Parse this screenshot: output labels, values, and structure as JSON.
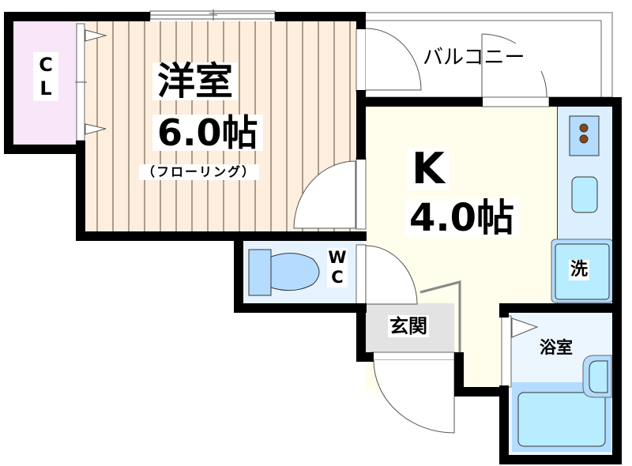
{
  "plan": {
    "rooms": {
      "closet": {
        "label_line1": "C",
        "label_line2": "L"
      },
      "western_room": {
        "name": "洋室",
        "size": "6.0帖",
        "floor": "（フローリング）"
      },
      "balcony": {
        "label": "バルコニー"
      },
      "kitchen": {
        "name": "K",
        "size": "4.0帖"
      },
      "toilet": {
        "label_line1": "W",
        "label_line2": "C"
      },
      "entrance": {
        "label": "玄関"
      },
      "washer": {
        "label": "洗"
      },
      "bathroom": {
        "label": "浴室"
      }
    },
    "colors": {
      "wall": "#000000",
      "closet_fill": "#f9e6f9",
      "flooring_fill": "#fdeede",
      "flooring_line": "#5a4a3a",
      "kitchen_fill": "#fffdeb",
      "counter_fill": "#dcefff",
      "fixture_fill": "#b3dcff",
      "sink_fill": "#b8ecff",
      "entrance_fill": "#e3e3e3",
      "burner": "#8b4513"
    }
  }
}
